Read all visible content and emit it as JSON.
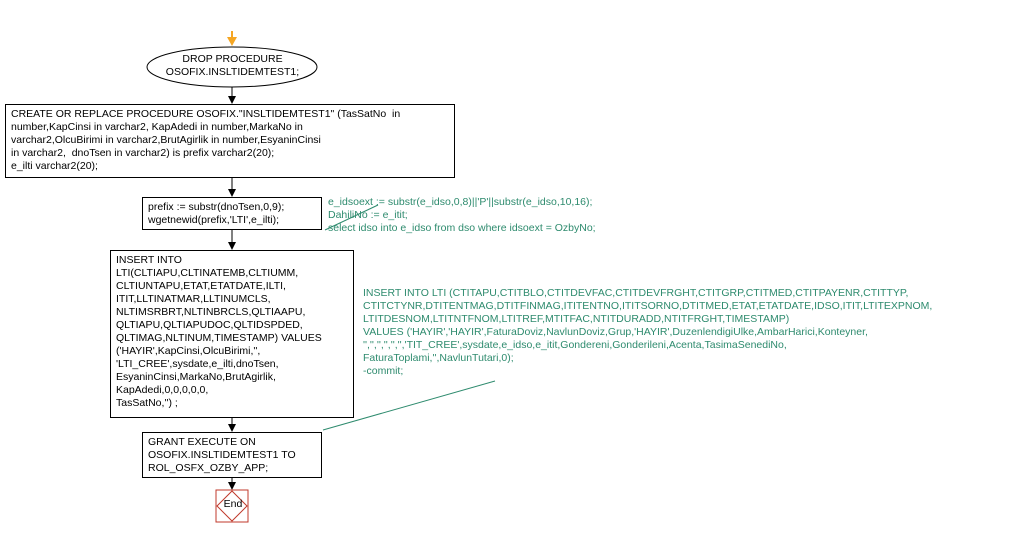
{
  "diagram": {
    "start_ellipse": "DROP PROCEDURE\nOSOFIX.INSLTIDEMTEST1;",
    "step_create": "CREATE OR REPLACE PROCEDURE OSOFIX.\"INSLTIDEMTEST1\" (TasSatNo  in\nnumber,KapCinsi in varchar2, KapAdedi in number,MarkaNo in\nvarchar2,OlcuBirimi in varchar2,BrutAgirlik in number,EsyaninCinsi\nin varchar2,  dnoTsen in varchar2) is prefix varchar2(20);\ne_ilti varchar2(20);",
    "step_prefix": "prefix := substr(dnoTsen,0,9);\nwgetnewid(prefix,'LTI',e_ilti);",
    "step_insert": "INSERT INTO\nLTI(CLTIAPU,CLTINATEMB,CLTIUMM,\nCLTIUNTAPU,ETAT,ETATDATE,ILTI,\nITIT,LLTINATMAR,LLTINUMCLS,\nNLTIMSRBRT,NLTINBRCLS,QLTIAAPU,\nQLTIAPU,QLTIAPUDOC,QLTIDSPDED,\nQLTIMAG,NLTINUM,TIMESTAMP) VALUES\n('HAYIR',KapCinsi,OlcuBirimi,'',\n'LTI_CREE',sysdate,e_ilti,dnoTsen,\nEsyaninCinsi,MarkaNo,BrutAgirlik,\nKapAdedi,0,0,0,0,0,\nTasSatNo,'') ;",
    "step_grant": "GRANT EXECUTE ON\nOSOFIX.INSLTIDEMTEST1 TO\nROL_OSFX_OZBY_APP;",
    "end_label": "End",
    "comment_prefix": "e_idsoext := substr(e_idso,0,8)||'P'||substr(e_idso,10,16);\nDahiliNo := e_itit;\nselect idso into e_idso from dso where idsoext = OzbyNo;",
    "comment_insert": "INSERT INTO LTI (CTITAPU,CTITBLO,CTITDEVFAC,CTITDEVFRGHT,CTITGRP,CTITMED,CTITPAYENR,CTITTYP,\nCTITCTYNR,DTITENTMAG,DTITFINMAG,ITITENTNO,ITITSORNO,DTITMED,ETAT,ETATDATE,IDSO,ITIT,LTITEXPNOM,\nLTITDESNOM,LTITNTFNOM,LTITREF,MTITFAC,NTITDURADD,NTITFRGHT,TIMESTAMP)\nVALUES ('HAYIR','HAYIR',FaturaDoviz,NavlunDoviz,Grup,'HAYIR',DuzenlendigiUlke,AmbarHarici,Konteyner,\n'','','','','','','TIT_CREE',sysdate,e_idso,e_itit,Gondereni,Gonderileni,Acenta,TasimaSenediNo,\nFaturaToplami,'',NavlunTutari,0);\n-commit;"
  },
  "colors": {
    "line": "#000000",
    "start_arrow": "#f5a623",
    "comment_text": "#2e8b6e",
    "end_border": "#c0392b"
  }
}
